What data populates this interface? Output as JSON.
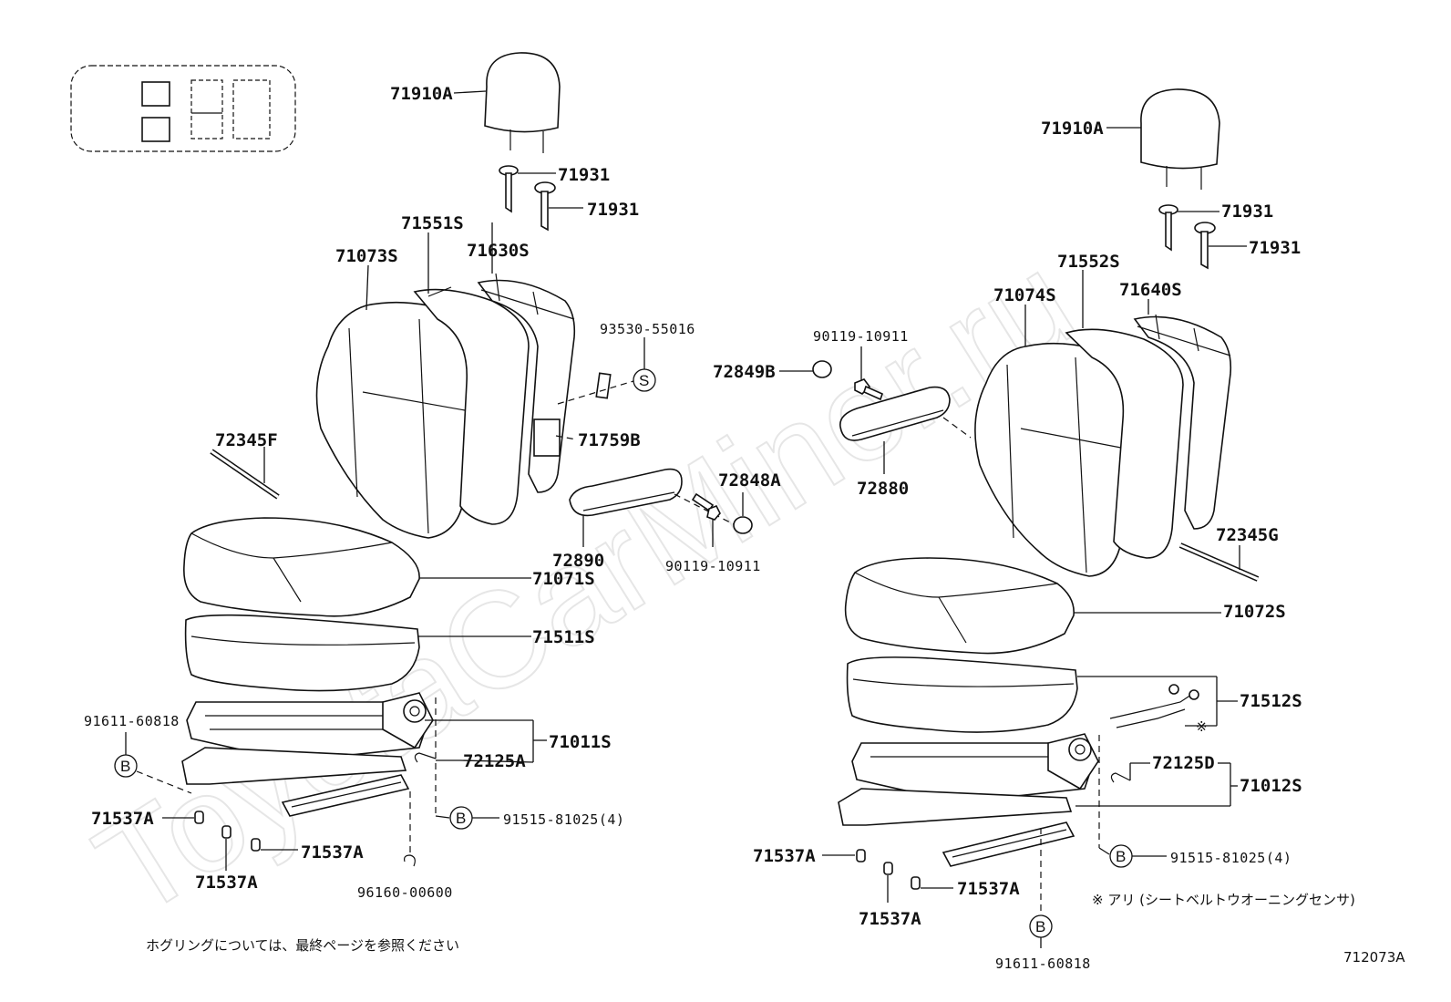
{
  "watermark": "ToyotaCarMiner.ru",
  "diagram_code": "712073A",
  "footnote_jp": "ホグリングについては、最終ページを参照ください",
  "legend_note": "※ アリ (シートベルトウオーニングセンサ)",
  "callout_marks": {
    "b": "B",
    "s": "S"
  },
  "left_seat": {
    "headrest": "71910A",
    "support_1": "71931",
    "support_2": "71931",
    "back_pad": "71551S",
    "back_cover": "71073S",
    "back_frame": "71630S",
    "screw": "93530-55016",
    "bracket": "71759B",
    "belt_strip": "72345F",
    "armrest": "72890",
    "cap": "72848A",
    "armrest_bolt": "90119-10911",
    "cushion_cover": "71071S",
    "cushion_pad": "71511S",
    "adjuster_bolt": "91611-60818",
    "frame": "71011S",
    "spring": "72125A",
    "clip_1": "71537A",
    "clip_2": "71537A",
    "clip_3": "71537A",
    "track_bolt": "91515-81025(4)",
    "hog_ring": "96160-00600"
  },
  "right_seat": {
    "headrest": "71910A",
    "support_1": "71931",
    "support_2": "71931",
    "back_pad": "71552S",
    "back_cover": "71074S",
    "back_frame": "71640S",
    "armrest_bolt": "90119-10911",
    "armrest_cap": "72849B",
    "armrest": "72880",
    "belt_strip": "72345G",
    "cushion_cover": "71072S",
    "cushion_pad": "71512S",
    "spring": "72125D",
    "frame": "71012S",
    "clip_1": "71537A",
    "clip_2": "71537A",
    "clip_3": "71537A",
    "track_bolt": "91515-81025(4)",
    "adjuster_bolt": "91611-60818",
    "sensor_mark": "※"
  }
}
